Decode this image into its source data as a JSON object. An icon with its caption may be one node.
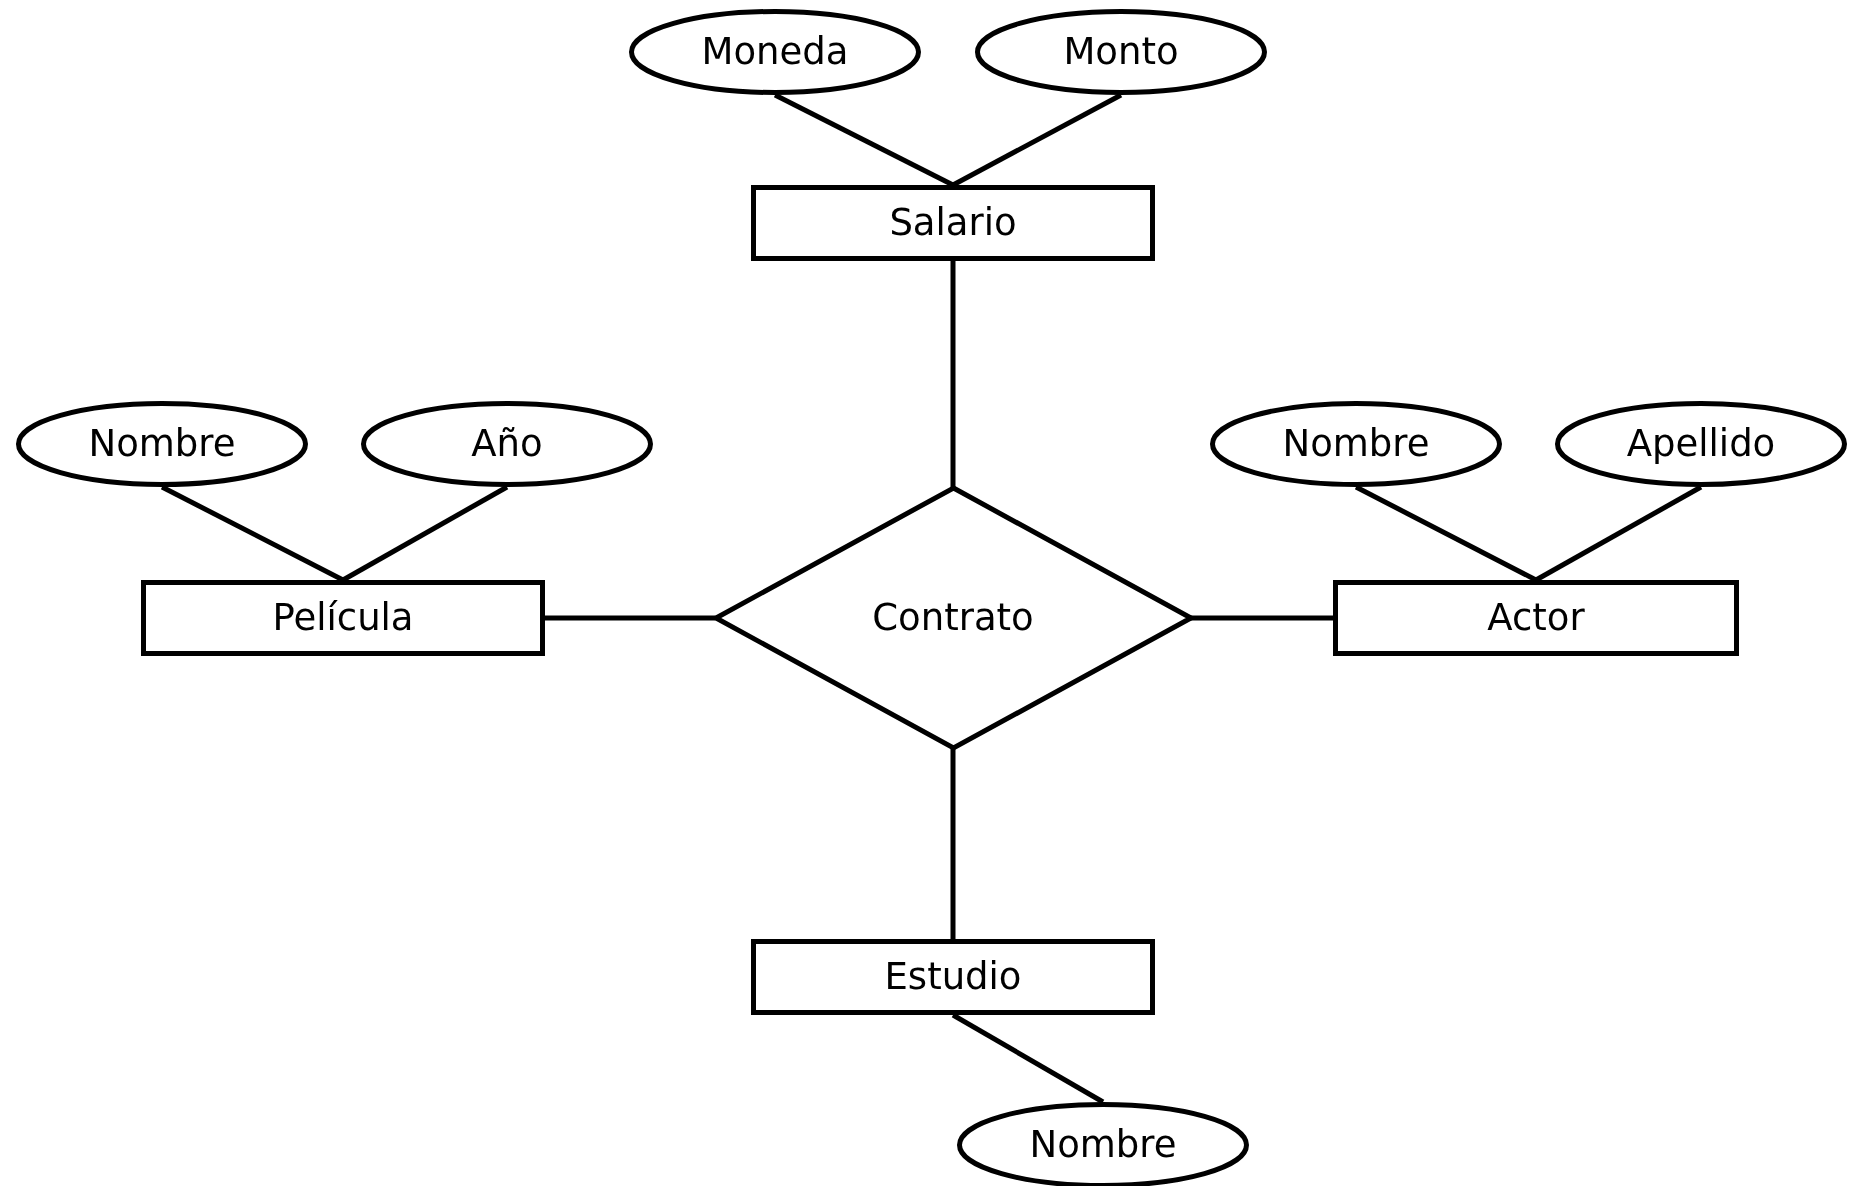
{
  "diagram": {
    "nodes": [
      {
        "text": [
          "Moneda"
        ]
      },
      {
        "text": [
          "Monto"
        ]
      },
      {
        "text": [
          "Salario"
        ]
      },
      {
        "text": [
          "Nombre"
        ]
      },
      {
        "text": [
          "Año"
        ]
      },
      {
        "text": [
          "Nombre"
        ]
      },
      {
        "text": [
          "Apellido"
        ]
      },
      {
        "text": [
          "Película"
        ]
      },
      {
        "text": [
          "Contrato"
        ]
      },
      {
        "text": [
          "Actor"
        ]
      },
      {
        "text": [
          "Estudio"
        ]
      },
      {
        "text": [
          "Nombre"
        ]
      }
    ],
    "edges": [
      {
        "from": 0,
        "to": 2,
        "arrow": "none"
      },
      {
        "from": 1,
        "to": 2,
        "arrow": "none"
      },
      {
        "from": 2,
        "to": 8,
        "arrow": "none"
      },
      {
        "from": 3,
        "to": 7,
        "arrow": "none"
      },
      {
        "from": 4,
        "to": 7,
        "arrow": "none"
      },
      {
        "from": 5,
        "to": 9,
        "arrow": "none"
      },
      {
        "from": 6,
        "to": 9,
        "arrow": "none"
      },
      {
        "from": 7,
        "to": 8,
        "arrow": "none"
      },
      {
        "from": 8,
        "to": 9,
        "arrow": "none"
      },
      {
        "from": 8,
        "to": 10,
        "arrow": "none"
      },
      {
        "from": 10,
        "to": 11,
        "arrow": "none"
      }
    ]
  }
}
